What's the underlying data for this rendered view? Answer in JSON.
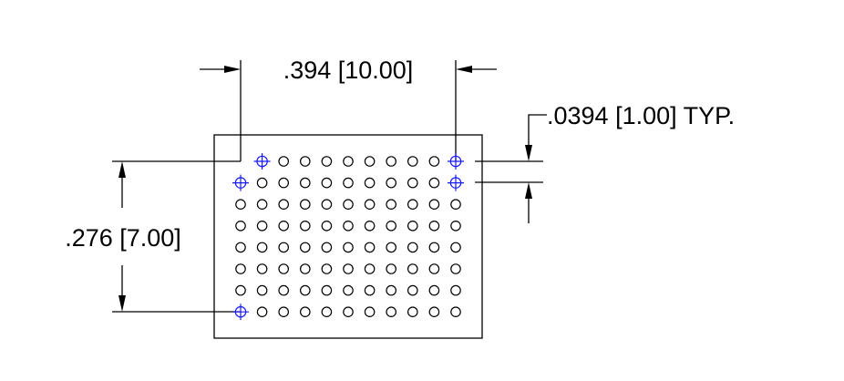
{
  "dimensions": {
    "width_label": ".394 [10.00]",
    "height_label": ".276 [7.00]",
    "pitch_label": ".0394 [1.00] TYP."
  },
  "grid": {
    "columns": 11,
    "rows": 8,
    "reference_pads": [
      {
        "row": 0,
        "col": 1
      },
      {
        "row": 0,
        "col": 10
      },
      {
        "row": 1,
        "col": 0
      },
      {
        "row": 1,
        "col": 10
      },
      {
        "row": 7,
        "col": 0
      }
    ]
  },
  "colors": {
    "line": "#000000",
    "reference_marker": "#1a1aff"
  }
}
